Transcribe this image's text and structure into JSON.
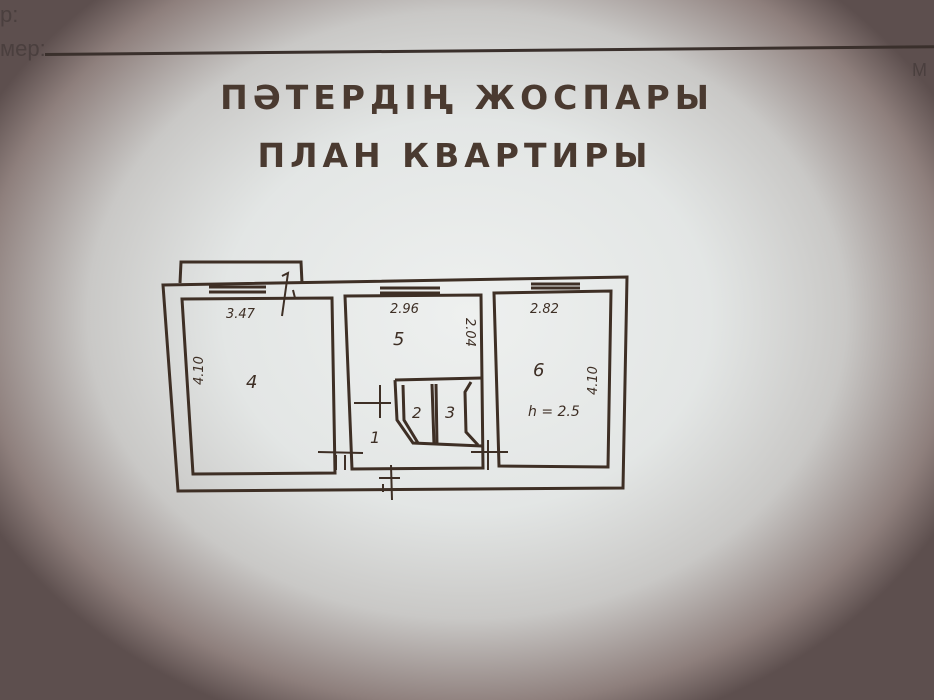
{
  "edge_labels": {
    "left_top": "р:",
    "left_second": "мер:",
    "right": "М"
  },
  "title": {
    "line1": "ПӘТЕРДІҢ ЖОСПАРЫ",
    "line2": "ПЛАН КВАРТИРЫ"
  },
  "plan": {
    "rooms": [
      {
        "number": "4",
        "width": "3.47",
        "length": "4.10"
      },
      {
        "number": "5",
        "width": "2.96",
        "length": "2.04"
      },
      {
        "number": "6",
        "width": "2.82",
        "length": "4.10"
      },
      {
        "number": "1"
      },
      {
        "number": "2"
      },
      {
        "number": "3"
      }
    ],
    "ceiling_height": "h = 2.5"
  }
}
